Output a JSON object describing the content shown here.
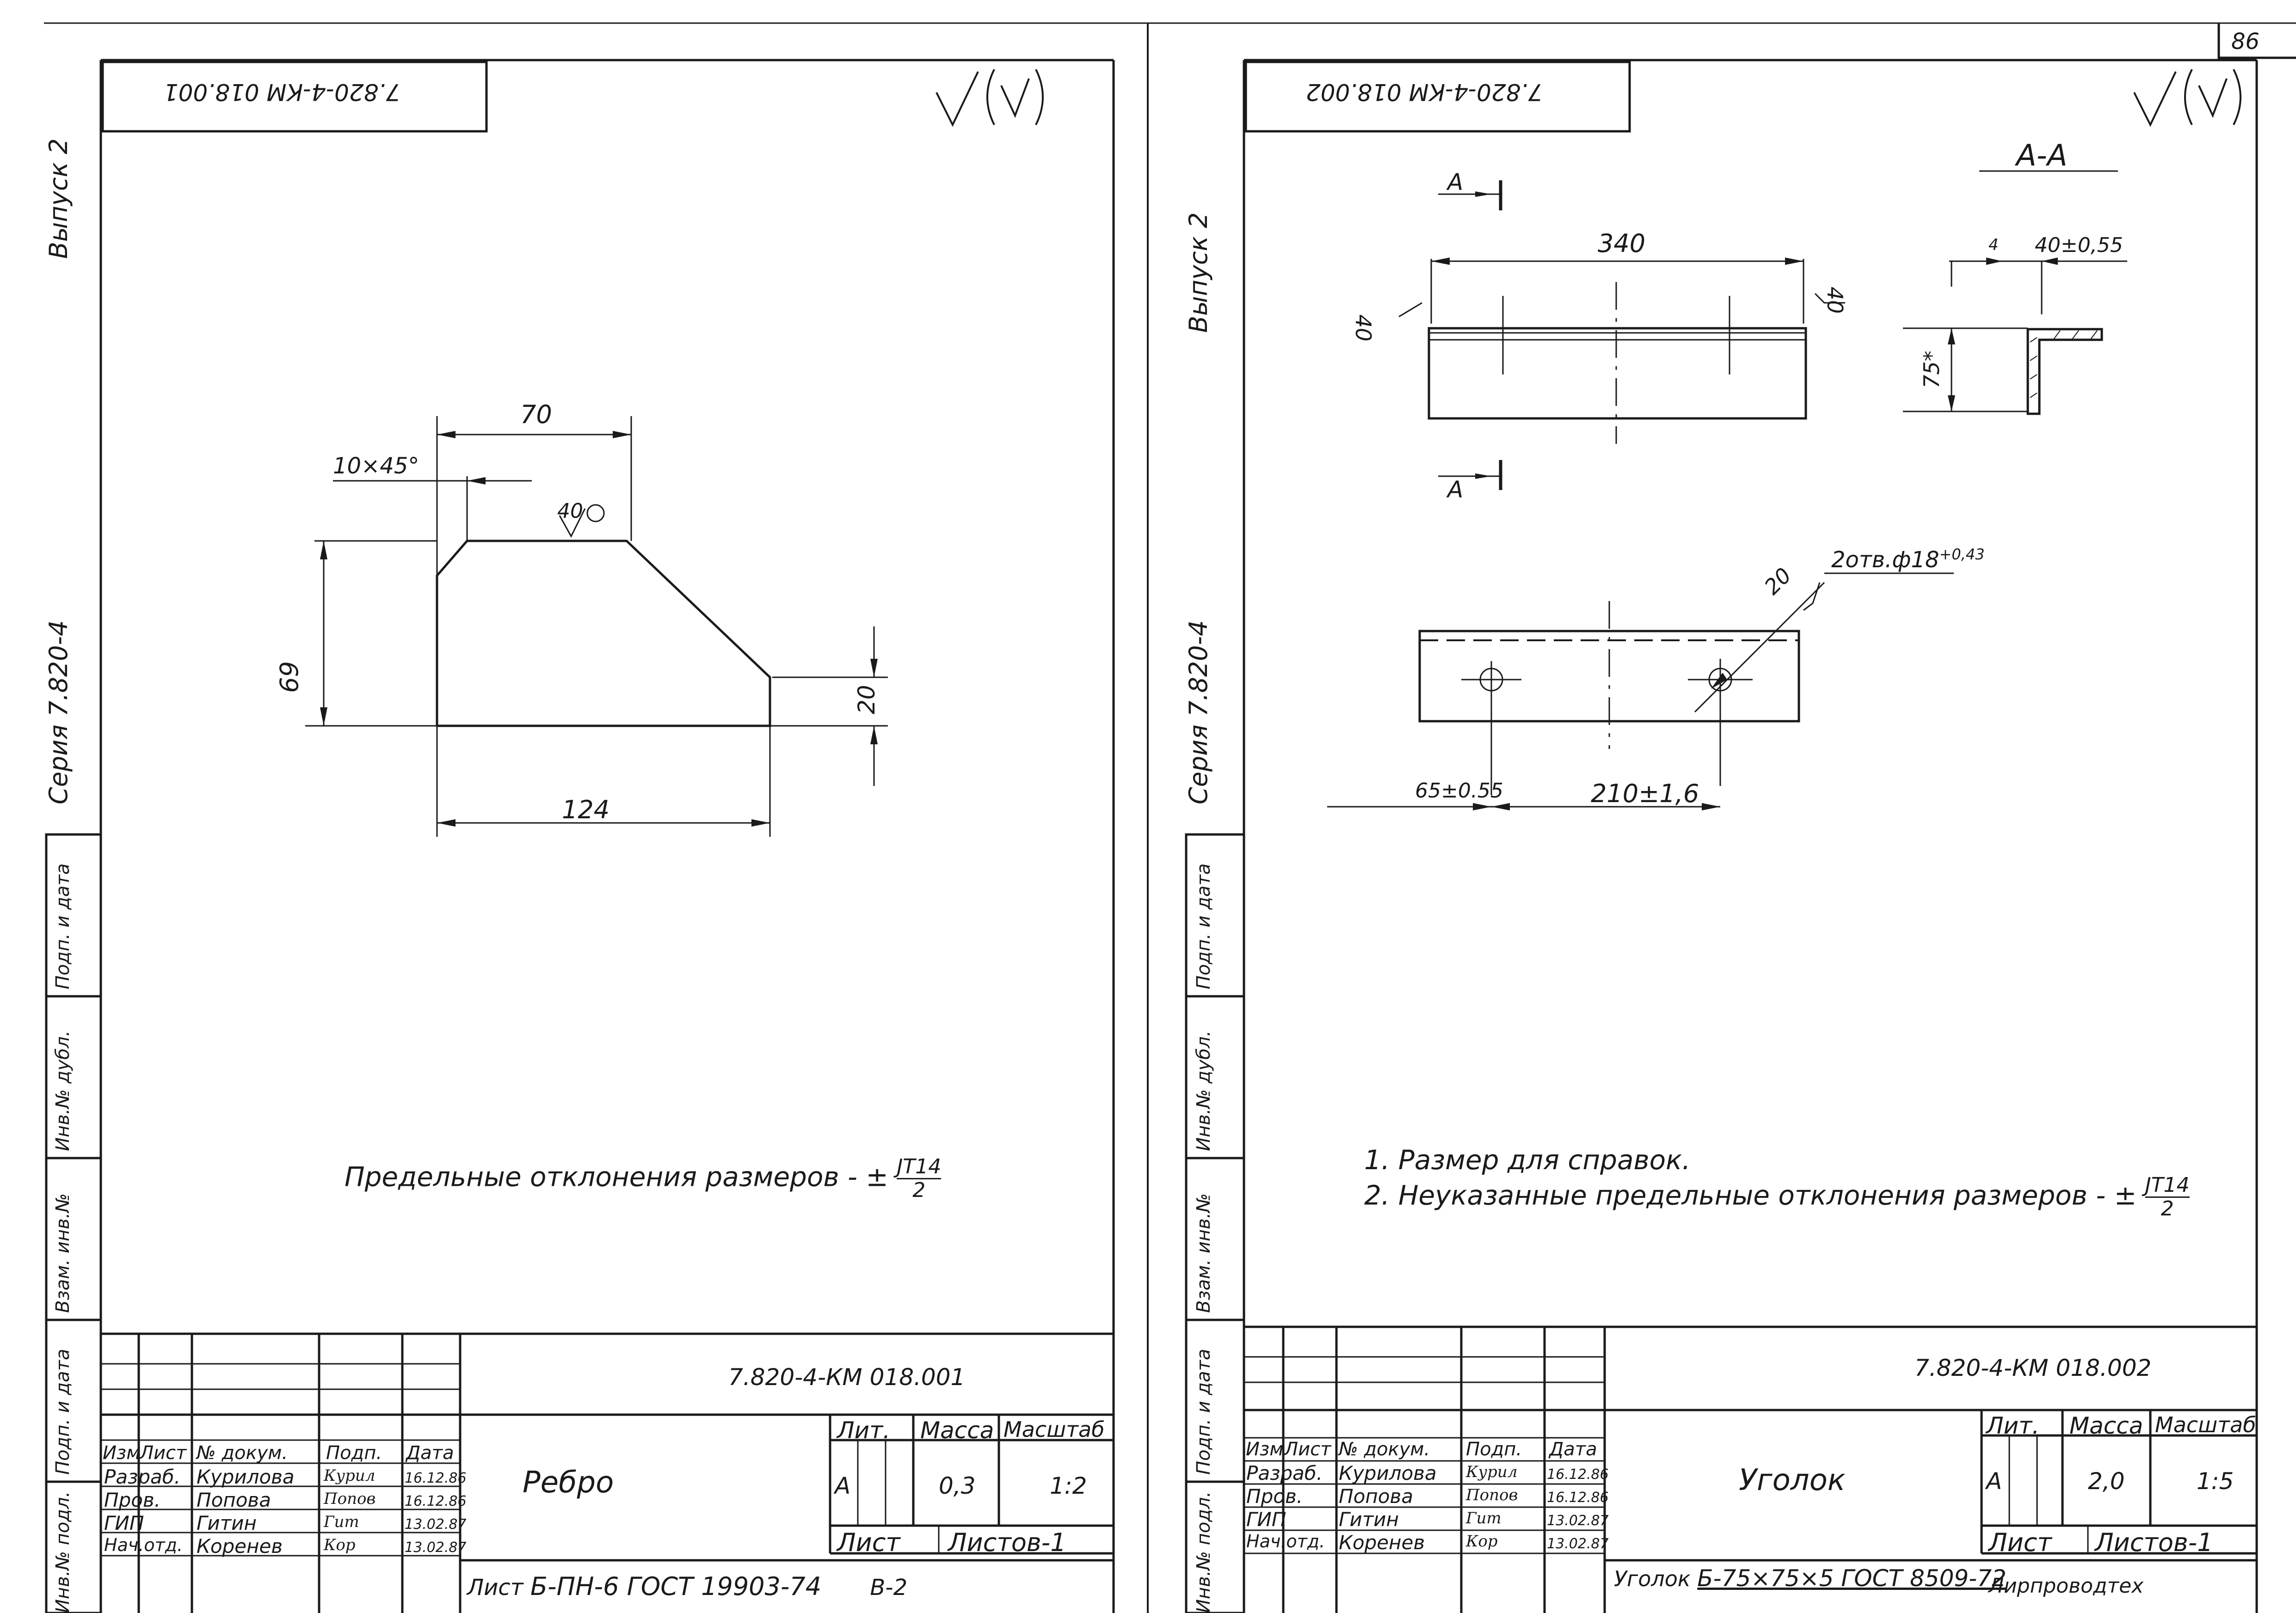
{
  "page_number": "86",
  "margin_labels": {
    "issue": "Выпуск 2",
    "series": "Серия 7.820-4",
    "sign_date": "Подп. и дата",
    "inv_dub": "Инв.№ дубл.",
    "vzam_inv": "Взам. инв.№",
    "sign_date2": "Подп. и дата",
    "inv_orig": "Инв.№ подл."
  },
  "sheet1": {
    "code_upside": "7.820-4-КМ 018.001",
    "roughness": "∀(√)",
    "dims": {
      "top": "70",
      "chamfer": "10×45°",
      "roughness_inner": "40",
      "height": "69",
      "right": "20",
      "bottom": "124"
    },
    "note": "Предельные отклонения размеров - ±",
    "tol_num": "JT14",
    "tol_den": "2",
    "tb": {
      "code": "7.820-4-КМ 018.001",
      "name": "Ребро",
      "lit_h": "Лит.",
      "mass_h": "Масса",
      "scale_h": "Масштаб",
      "lit": "А",
      "mass": "0,3",
      "scale": "1:2",
      "sheet_h": "Лист",
      "sheets_h": "Листов-1",
      "hdr": [
        "Изм",
        "Лист",
        "№ докум.",
        "Подп.",
        "Дата"
      ],
      "rows": [
        [
          "Разраб.",
          "Курилова",
          "Курил",
          "16.12.86"
        ],
        [
          "Пров.",
          "Попова",
          "Попов",
          "16.12.86"
        ],
        [
          "ГИП",
          "Гитин",
          "Гит",
          "13.02.87"
        ],
        [
          "Нач.отд.",
          "Коренев",
          "Кор",
          "13.02.87"
        ]
      ],
      "material_label": "Лист",
      "material": "Б-ПН-6  ГОСТ 19903-74",
      "material_cut": "В-2"
    }
  },
  "sheet2": {
    "code_upside": "7.820-4-КМ 018.002",
    "roughness": "∀(√)",
    "section": "А-А",
    "section_mark": "А",
    "dims": {
      "length": "340",
      "left": "40",
      "right": "40",
      "top": "40±0,55",
      "top_small": "4",
      "height": "75*",
      "holes": "2отв.ф18",
      "holes_tol": "+0,43",
      "edge": "20",
      "left_pos": "65±0.55",
      "spacing": "210±1,6"
    },
    "notes": [
      "1. Размер для справок.",
      "2. Неуказанные предельные отклонения размеров - ±"
    ],
    "tol_num": "JT14",
    "tol_den": "2",
    "tb": {
      "code": "7.820-4-КМ 018.002",
      "name": "Уголок",
      "lit_h": "Лит.",
      "mass_h": "Масса",
      "scale_h": "Масштаб",
      "lit": "А",
      "mass": "2,0",
      "scale": "1:5",
      "sheet_h": "Лист",
      "sheets_h": "Листов-1",
      "hdr": [
        "Изм",
        "Лист",
        "№ докум.",
        "Подп.",
        "Дата"
      ],
      "rows": [
        [
          "Разраб.",
          "Курилова",
          "Курил",
          "16.12.86"
        ],
        [
          "Пров.",
          "Попова",
          "Попов",
          "16.12.86"
        ],
        [
          "ГИП",
          "Гитин",
          "Гит",
          "13.02.87"
        ],
        [
          "Нач.отд.",
          "Коренев",
          "Кор",
          "13.02.87"
        ]
      ],
      "material_label": "Уголок",
      "material": "Б-75×75×5 ГОСТ 8509-72",
      "org": "Лирпроводтех"
    }
  }
}
